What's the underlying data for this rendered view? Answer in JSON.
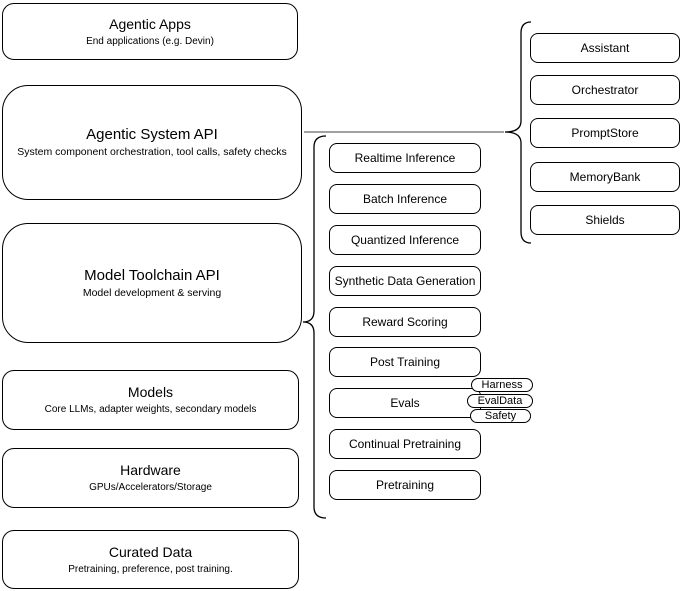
{
  "diagram": {
    "left_stack": [
      {
        "title": "Agentic Apps",
        "subtitle": "End applications (e.g. Devin)"
      },
      {
        "title": "Agentic System API",
        "subtitle": "System component orchestration, tool calls, safety checks"
      },
      {
        "title": "Model Toolchain API",
        "subtitle": "Model development & serving"
      },
      {
        "title": "Models",
        "subtitle": "Core LLMs, adapter weights, secondary models"
      },
      {
        "title": "Hardware",
        "subtitle": "GPUs/Accelerators/Storage"
      },
      {
        "title": "Curated Data",
        "subtitle": "Pretraining, preference, post training."
      }
    ],
    "toolchain_items": [
      "Realtime Inference",
      "Batch Inference",
      "Quantized Inference",
      "Synthetic Data Generation",
      "Reward Scoring",
      "Post Training",
      "Evals",
      "Continual Pretraining",
      "Pretraining"
    ],
    "evals_tags": [
      "Harness",
      "EvalData",
      "Safety"
    ],
    "system_components": [
      "Assistant",
      "Orchestrator",
      "PromptStore",
      "MemoryBank",
      "Shields"
    ],
    "colors": {
      "node_fill": "#ffffff",
      "node_stroke": "#000000",
      "text": "#000000",
      "connector": "#808080",
      "brace": "#000000"
    }
  }
}
